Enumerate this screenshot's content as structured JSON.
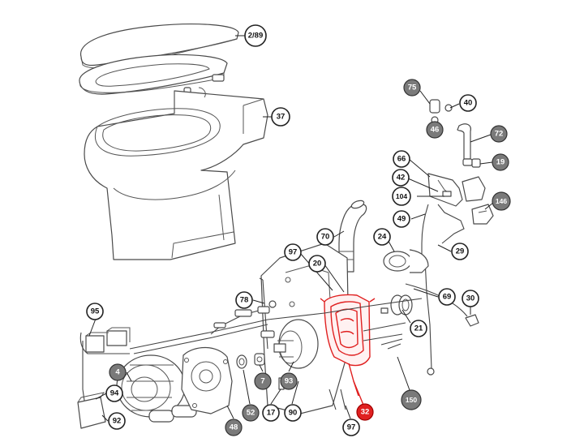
{
  "diagram": {
    "highlight_color": "#e02020",
    "callouts": [
      {
        "label": "2/89",
        "style": "white",
        "part": "seat-and-lid"
      },
      {
        "label": "37",
        "style": "white",
        "part": "toilet-bowl"
      },
      {
        "label": "75",
        "style": "gray",
        "part": "hose-fitting"
      },
      {
        "label": "40",
        "style": "white",
        "part": "hose-clamp"
      },
      {
        "label": "46",
        "style": "gray",
        "part": "fitting"
      },
      {
        "label": "72",
        "style": "gray",
        "part": "elbow-pipe"
      },
      {
        "label": "19",
        "style": "gray",
        "part": "clip"
      },
      {
        "label": "66",
        "style": "white",
        "part": "valve-body"
      },
      {
        "label": "42",
        "style": "white",
        "part": "screw"
      },
      {
        "label": "104",
        "style": "white",
        "part": "nozzle"
      },
      {
        "label": "146",
        "style": "gray",
        "part": "solenoid-valve"
      },
      {
        "label": "49",
        "style": "white",
        "part": "water-tube"
      },
      {
        "label": "70",
        "style": "white",
        "part": "discharge-elbow"
      },
      {
        "label": "24",
        "style": "white",
        "part": "flange"
      },
      {
        "label": "29",
        "style": "white",
        "part": "cable"
      },
      {
        "label": "97",
        "style": "white",
        "part": "stud"
      },
      {
        "label": "20",
        "style": "white",
        "part": "seal"
      },
      {
        "label": "69",
        "style": "white",
        "part": "rinse-tube"
      },
      {
        "label": "30",
        "style": "white",
        "part": "connector"
      },
      {
        "label": "78",
        "style": "white",
        "part": "fuse-holder"
      },
      {
        "label": "21",
        "style": "white",
        "part": "ring"
      },
      {
        "label": "95",
        "style": "white",
        "part": "wire-harness"
      },
      {
        "label": "4",
        "style": "gray",
        "part": "motor"
      },
      {
        "label": "7",
        "style": "gray",
        "part": "coupling"
      },
      {
        "label": "93",
        "style": "gray",
        "part": "impeller"
      },
      {
        "label": "94",
        "style": "white",
        "part": "relay"
      },
      {
        "label": "150",
        "style": "gray",
        "part": "screw-set"
      },
      {
        "label": "92",
        "style": "white",
        "part": "control-box"
      },
      {
        "label": "48",
        "style": "gray",
        "part": "pump-housing"
      },
      {
        "label": "52",
        "style": "gray",
        "part": "washer"
      },
      {
        "label": "17",
        "style": "white",
        "part": "bolt"
      },
      {
        "label": "90",
        "style": "white",
        "part": "mounting-plate"
      },
      {
        "label": "97",
        "style": "white",
        "part": "stud-lower"
      },
      {
        "label": "32",
        "style": "red",
        "part": "macerator-housing-highlighted"
      }
    ]
  }
}
